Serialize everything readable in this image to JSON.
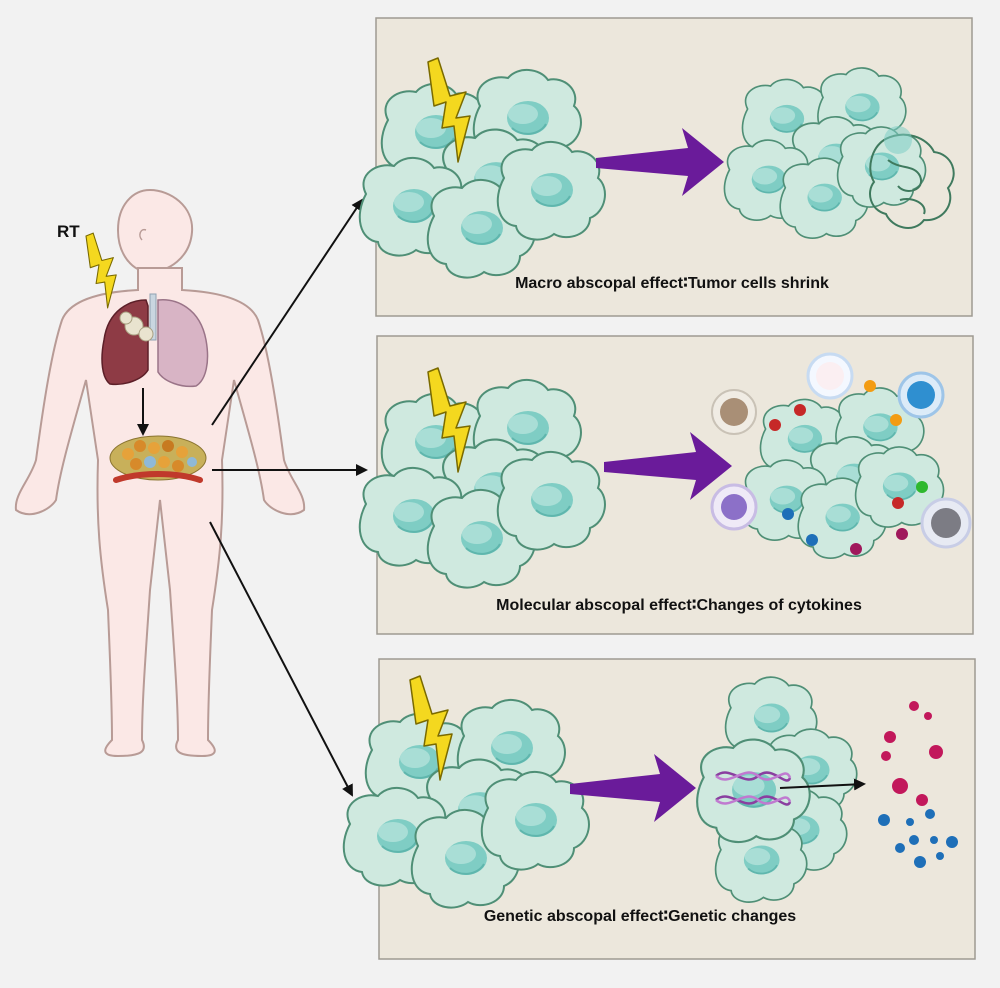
{
  "figure": {
    "rt_label": "RT",
    "panels": [
      {
        "id": "macro",
        "caption": "Macro abscopal effect∶Tumor cells shrink"
      },
      {
        "id": "molecular",
        "caption": "Molecular abscopal effect∶Changes of  cytokines"
      },
      {
        "id": "genetic",
        "caption": "Genetic abscopal effect∶Genetic changes"
      }
    ]
  },
  "colors": {
    "background": "#f2f2f2",
    "panel_fill": "#ece7dc",
    "panel_border": "#9e9a92",
    "cell_fill": "#cfe9df",
    "cell_stroke": "#4f8f76",
    "nucleus": "#7fcdc4",
    "lightning": "#f4d81f",
    "purple_arrow": "#6a1b9a",
    "body_fill": "#fbe8e6",
    "body_stroke": "#b89b96",
    "lung_left": "#8e3b45",
    "lung_right": "#d8b4c5",
    "cytokine_red": "#c62828",
    "cytokine_orange": "#f39c12",
    "cytokine_blue": "#1e6fb8",
    "cytokine_green": "#2eb82e",
    "cytokine_magenta": "#a0185c"
  }
}
